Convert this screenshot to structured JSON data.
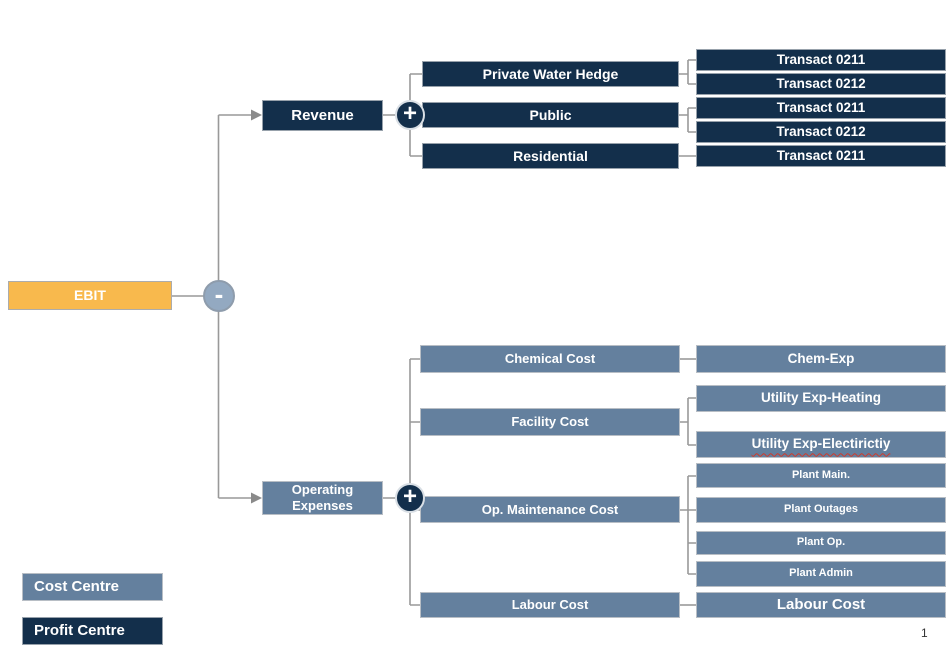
{
  "root": {
    "label": "EBIT",
    "operator": "-"
  },
  "branches": {
    "revenue": {
      "label": "Revenue",
      "operator": "+",
      "children": [
        {
          "label": "Private Water Hedge",
          "accounts": [
            "Transact 0211",
            "Transact 0212"
          ]
        },
        {
          "label": "Public",
          "accounts": [
            "Transact 0211",
            "Transact 0212"
          ]
        },
        {
          "label": "Residential",
          "accounts": [
            "Transact 0211"
          ]
        }
      ]
    },
    "operating_expenses": {
      "label": "Operating Expenses",
      "operator": "+",
      "children": [
        {
          "label": "Chemical Cost",
          "accounts": [
            "Chem-Exp"
          ]
        },
        {
          "label": "Facility Cost",
          "accounts": [
            "Utility Exp-Heating",
            "Utility Exp-Electirictiy"
          ]
        },
        {
          "label": "Op. Maintenance Cost",
          "accounts": [
            "Plant Main.",
            "Plant Outages",
            "Plant Op.",
            "Plant Admin"
          ]
        },
        {
          "label": "Labour Cost",
          "accounts": [
            "Labour Cost"
          ]
        }
      ]
    }
  },
  "legend": {
    "cost_centre": "Cost Centre",
    "profit_centre": "Profit Centre"
  },
  "page_number": "1",
  "colors": {
    "navy": "#132F4B",
    "slate": "#64809E",
    "orange": "#F8B94D",
    "connector": "#999999",
    "misspell_underline": "#D03A2B"
  }
}
